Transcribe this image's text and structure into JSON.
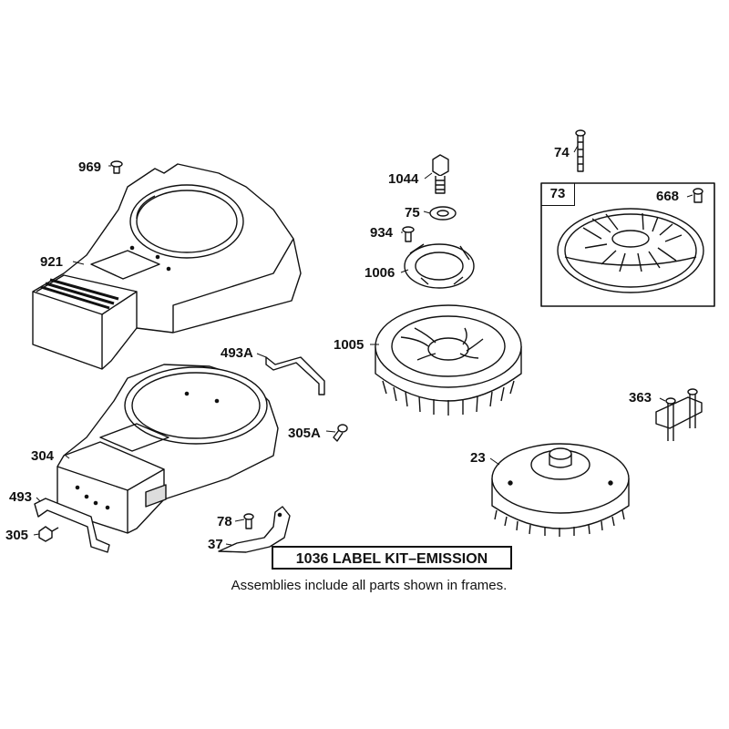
{
  "callouts": {
    "c969": "969",
    "c921": "921",
    "c493A": "493A",
    "c304": "304",
    "c305A": "305A",
    "c493": "493",
    "c305": "305",
    "c78": "78",
    "c37": "37",
    "c1044": "1044",
    "c75": "75",
    "c934": "934",
    "c1006": "1006",
    "c1005": "1005",
    "c74": "74",
    "c73": "73",
    "c668": "668",
    "c363": "363",
    "c23": "23"
  },
  "kit_label": "1036 LABEL KIT–EMISSION",
  "note": "Assemblies include all parts shown in frames.",
  "colors": {
    "ink": "#111111",
    "fill": "#ffffff",
    "shade": "#dddddd"
  }
}
